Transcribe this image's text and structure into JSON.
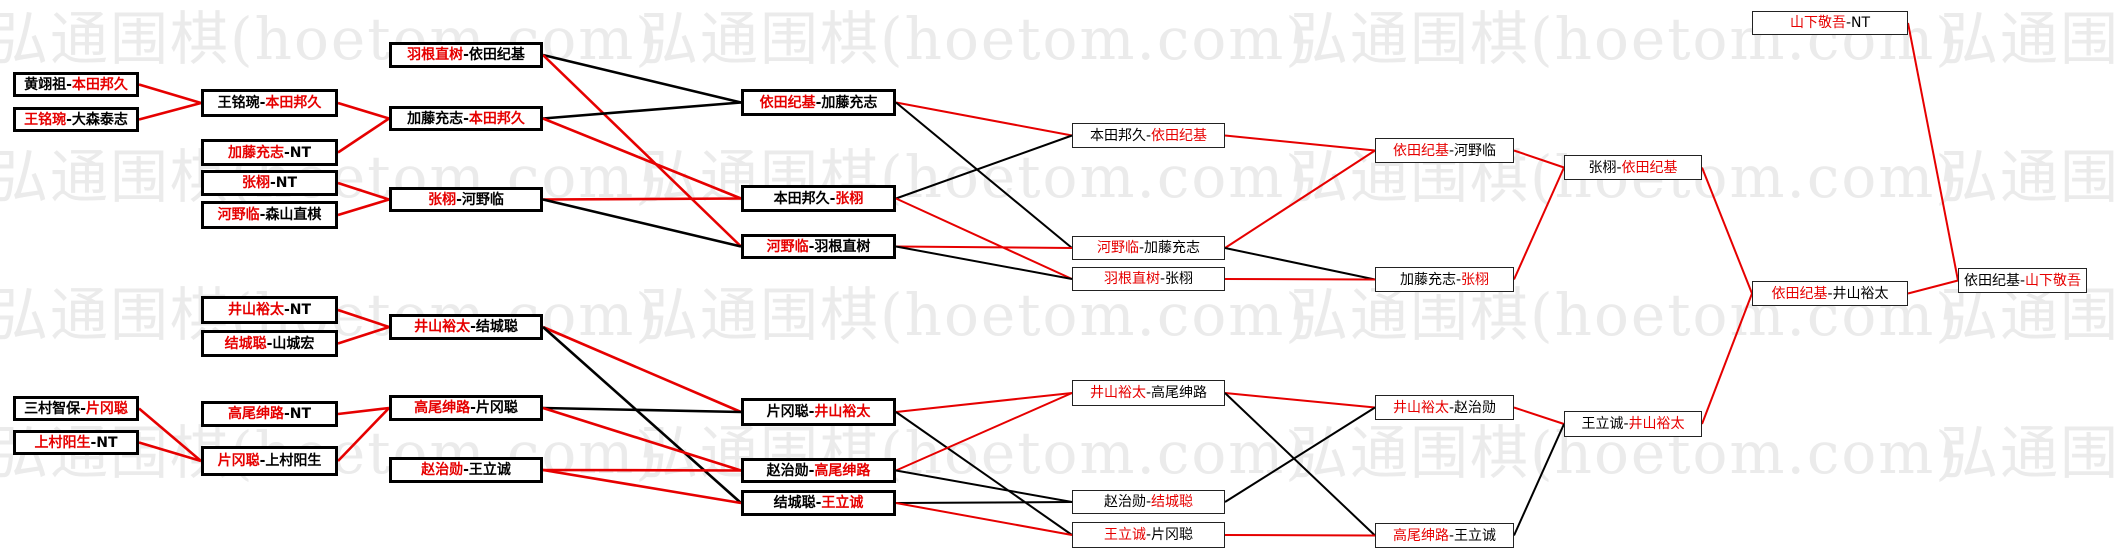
{
  "watermark": "弘通围棋(hoetom.com)",
  "colors": {
    "winner": "#e60000",
    "loser": "#000000"
  },
  "matches": [
    {
      "id": "r0a",
      "p1": "黄翊祖",
      "p2": "本田邦久",
      "winner": 2
    },
    {
      "id": "r0b",
      "p1": "王铭琬",
      "p2": "大森泰志",
      "winner": 1
    },
    {
      "id": "r0c",
      "p1": "三村智保",
      "p2": "片冈聪",
      "winner": 2
    },
    {
      "id": "r0d",
      "p1": "上村阳生",
      "p2": "NT",
      "winner": 1
    },
    {
      "id": "r1a",
      "p1": "王铭琬",
      "p2": "本田邦久",
      "winner": 2
    },
    {
      "id": "r1b",
      "p1": "加藤充志",
      "p2": "NT",
      "winner": 1
    },
    {
      "id": "r1c",
      "p1": "张栩",
      "p2": "NT",
      "winner": 1
    },
    {
      "id": "r1d",
      "p1": "河野临",
      "p2": "森山直棋",
      "winner": 1
    },
    {
      "id": "r1e",
      "p1": "井山裕太",
      "p2": "NT",
      "winner": 1
    },
    {
      "id": "r1f",
      "p1": "结城聪",
      "p2": "山城宏",
      "winner": 1
    },
    {
      "id": "r1g",
      "p1": "高尾绅路",
      "p2": "NT",
      "winner": 1
    },
    {
      "id": "r1h",
      "p1": "片冈聪",
      "p2": "上村阳生",
      "winner": 1
    },
    {
      "id": "r2a",
      "p1": "羽根直树",
      "p2": "依田纪基",
      "winner": 1
    },
    {
      "id": "r2b",
      "p1": "加藤充志",
      "p2": "本田邦久",
      "winner": 2
    },
    {
      "id": "r2c",
      "p1": "张栩",
      "p2": "河野临",
      "winner": 1
    },
    {
      "id": "r2d",
      "p1": "井山裕太",
      "p2": "结城聪",
      "winner": 1
    },
    {
      "id": "r2e",
      "p1": "高尾绅路",
      "p2": "片冈聪",
      "winner": 1
    },
    {
      "id": "r2f",
      "p1": "赵治勋",
      "p2": "王立诚",
      "winner": 1
    },
    {
      "id": "r3a",
      "p1": "依田纪基",
      "p2": "加藤充志",
      "winner": 1
    },
    {
      "id": "r3b",
      "p1": "本田邦久",
      "p2": "张栩",
      "winner": 2
    },
    {
      "id": "r3c",
      "p1": "河野临",
      "p2": "羽根直树",
      "winner": 1
    },
    {
      "id": "r3d",
      "p1": "片冈聪",
      "p2": "井山裕太",
      "winner": 2
    },
    {
      "id": "r3e",
      "p1": "赵治勋",
      "p2": "高尾绅路",
      "winner": 2
    },
    {
      "id": "r3f",
      "p1": "结城聪",
      "p2": "王立诚",
      "winner": 2
    },
    {
      "id": "r4a",
      "p1": "本田邦久",
      "p2": "依田纪基",
      "winner": 2
    },
    {
      "id": "r4b",
      "p1": "河野临",
      "p2": "加藤充志",
      "winner": 1
    },
    {
      "id": "r4c",
      "p1": "羽根直树",
      "p2": "张栩",
      "winner": 1
    },
    {
      "id": "r4d",
      "p1": "井山裕太",
      "p2": "高尾绅路",
      "winner": 1
    },
    {
      "id": "r4e",
      "p1": "赵治勋",
      "p2": "结城聪",
      "winner": 2
    },
    {
      "id": "r4f",
      "p1": "王立诚",
      "p2": "片冈聪",
      "winner": 1
    },
    {
      "id": "r5a",
      "p1": "依田纪基",
      "p2": "河野临",
      "winner": 1
    },
    {
      "id": "r5b",
      "p1": "加藤充志",
      "p2": "张栩",
      "winner": 2
    },
    {
      "id": "r5c",
      "p1": "井山裕太",
      "p2": "赵治勋",
      "winner": 1
    },
    {
      "id": "r5d",
      "p1": "高尾绅路",
      "p2": "王立诚",
      "winner": 1
    },
    {
      "id": "r6a",
      "p1": "张栩",
      "p2": "依田纪基",
      "winner": 2
    },
    {
      "id": "r6b",
      "p1": "王立诚",
      "p2": "井山裕太",
      "winner": 2
    },
    {
      "id": "r7a",
      "p1": "依田纪基",
      "p2": "井山裕太",
      "winner": 1
    },
    {
      "id": "r8top",
      "p1": "山下敬吾",
      "p2": "NT",
      "winner": 1
    },
    {
      "id": "r8",
      "p1": "依田纪基",
      "p2": "山下敬吾",
      "winner": 2
    }
  ],
  "links": [
    [
      "r0a",
      "r1a",
      "r"
    ],
    [
      "r0b",
      "r1a",
      "r"
    ],
    [
      "r1a",
      "r2b",
      "r"
    ],
    [
      "r1b",
      "r2b",
      "r"
    ],
    [
      "r1c",
      "r2c",
      "r"
    ],
    [
      "r1d",
      "r2c",
      "r"
    ],
    [
      "r0c",
      "r1h",
      "r"
    ],
    [
      "r0d",
      "r1h",
      "r"
    ],
    [
      "r1e",
      "r2d",
      "r"
    ],
    [
      "r1f",
      "r2d",
      "r"
    ],
    [
      "r1g",
      "r2e",
      "r"
    ],
    [
      "r1h",
      "r2e",
      "r"
    ],
    [
      "r2a",
      "r3a",
      "k"
    ],
    [
      "r2a",
      "r3c",
      "r"
    ],
    [
      "r2b",
      "r3a",
      "k"
    ],
    [
      "r2b",
      "r3b",
      "r"
    ],
    [
      "r2c",
      "r3b",
      "r"
    ],
    [
      "r2c",
      "r3c",
      "k"
    ],
    [
      "r2d",
      "r3d",
      "r"
    ],
    [
      "r2d",
      "r3f",
      "k"
    ],
    [
      "r2e",
      "r3d",
      "k"
    ],
    [
      "r2e",
      "r3e",
      "r"
    ],
    [
      "r2f",
      "r3e",
      "r"
    ],
    [
      "r2f",
      "r3f",
      "r"
    ],
    [
      "r3a",
      "r4a",
      "r"
    ],
    [
      "r3a",
      "r4b",
      "k"
    ],
    [
      "r3b",
      "r4a",
      "k"
    ],
    [
      "r3b",
      "r4c",
      "r"
    ],
    [
      "r3c",
      "r4b",
      "r"
    ],
    [
      "r3c",
      "r4c",
      "k"
    ],
    [
      "r3d",
      "r4d",
      "r"
    ],
    [
      "r3d",
      "r4f",
      "k"
    ],
    [
      "r3e",
      "r4d",
      "r"
    ],
    [
      "r3e",
      "r4e",
      "k"
    ],
    [
      "r3f",
      "r4e",
      "k"
    ],
    [
      "r3f",
      "r4f",
      "r"
    ],
    [
      "r4a",
      "r5a",
      "r"
    ],
    [
      "r4b",
      "r5a",
      "r"
    ],
    [
      "r4b",
      "r5b",
      "k"
    ],
    [
      "r4c",
      "r5b",
      "r"
    ],
    [
      "r4d",
      "r5c",
      "r"
    ],
    [
      "r4d",
      "r5d",
      "k"
    ],
    [
      "r4e",
      "r5c",
      "k"
    ],
    [
      "r4f",
      "r5d",
      "r"
    ],
    [
      "r5a",
      "r6a",
      "r"
    ],
    [
      "r5b",
      "r6a",
      "r"
    ],
    [
      "r5c",
      "r6b",
      "r"
    ],
    [
      "r5d",
      "r6b",
      "k"
    ],
    [
      "r6a",
      "r7a",
      "r"
    ],
    [
      "r6b",
      "r7a",
      "r"
    ],
    [
      "r7a",
      "r8",
      "r"
    ],
    [
      "r8top",
      "r8",
      "r"
    ]
  ]
}
